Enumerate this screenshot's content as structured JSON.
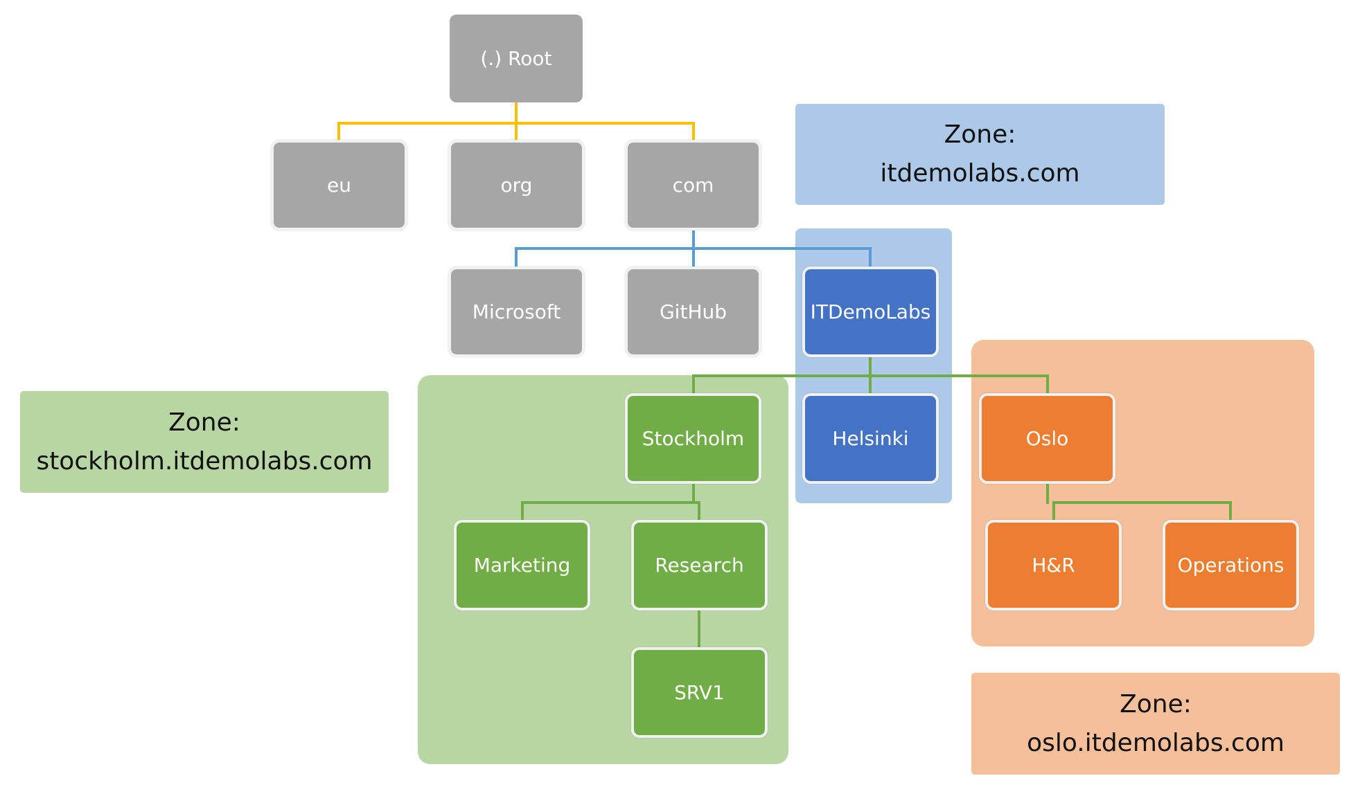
{
  "colors": {
    "gray_node": "#a6a6a6",
    "blue_node": "#4472c4",
    "green_node": "#70ad47",
    "orange_node": "#ed7d31",
    "blue_zone": "#acc9e8",
    "green_zone": "#b8d6a4",
    "orange_zone": "#f5bf99",
    "yellow_line": "#ffc000",
    "blue_line": "#5b9bd5",
    "green_line": "#70ad47"
  },
  "nodes": {
    "root": "(.) Root",
    "eu": "eu",
    "org": "org",
    "com": "com",
    "microsoft": "Microsoft",
    "github": "GitHub",
    "itdemolabs": "ITDemoLabs",
    "stockholm": "Stockholm",
    "helsinki": "Helsinki",
    "oslo": "Oslo",
    "marketing": "Marketing",
    "research": "Research",
    "srv1": "SRV1",
    "hr": "H&R",
    "operations": "Operations"
  },
  "zones": {
    "itdemolabs": {
      "line1": "Zone:",
      "line2": "itdemolabs.com"
    },
    "stockholm": {
      "line1": "Zone:",
      "line2": "stockholm.itdemolabs.com"
    },
    "oslo": {
      "line1": "Zone:",
      "line2": "oslo.itdemolabs.com"
    }
  }
}
